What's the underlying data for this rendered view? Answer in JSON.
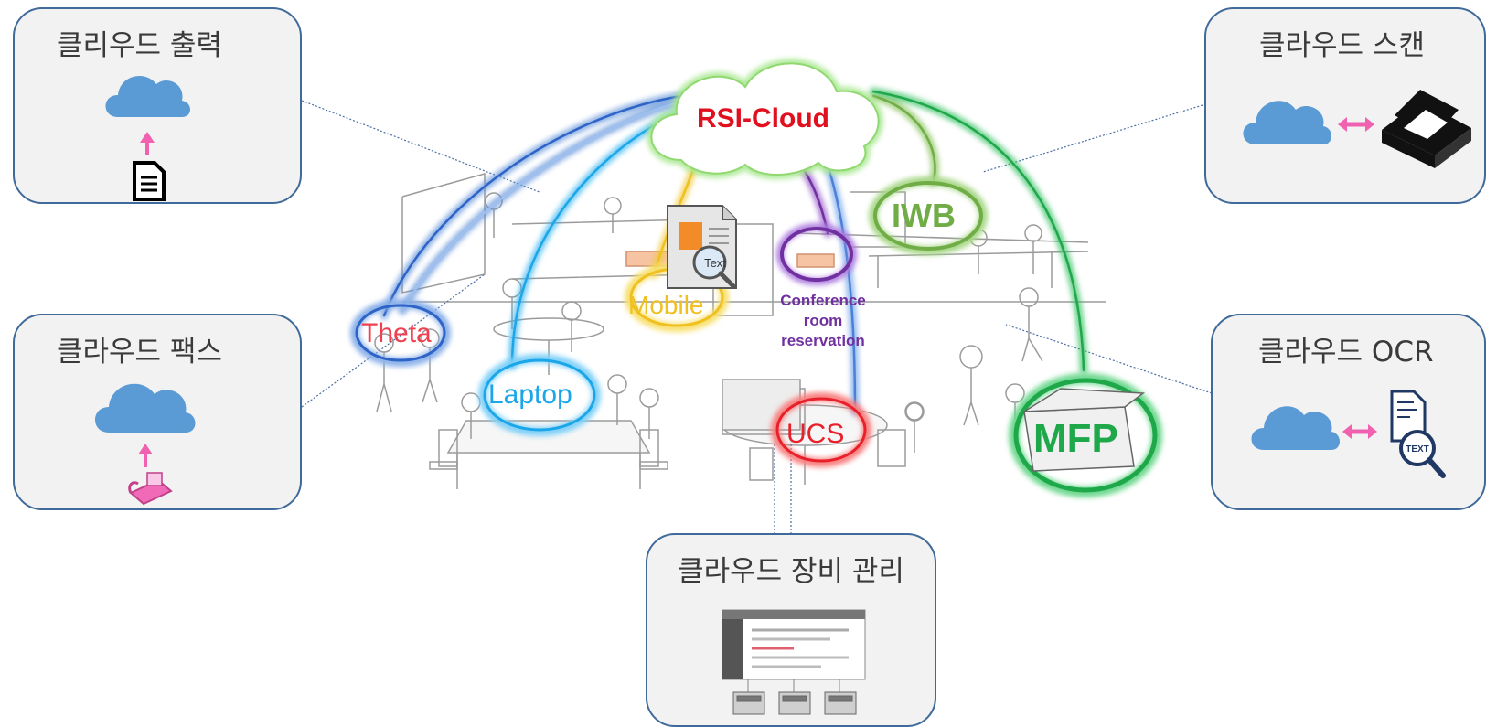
{
  "cloud_hub": {
    "label": "RSI-Cloud",
    "color": "#e0101e"
  },
  "panels": {
    "print": {
      "title": "클리우드 출력",
      "icons": [
        "cloud-icon",
        "up-arrow-icon",
        "document-icon"
      ]
    },
    "fax": {
      "title": "클라우드 팩스",
      "icons": [
        "cloud-icon",
        "up-arrow-icon",
        "fax-icon"
      ]
    },
    "scan": {
      "title": "클라우드 스캔",
      "icons": [
        "cloud-icon",
        "double-arrow-icon",
        "scanner-icon"
      ]
    },
    "ocr": {
      "title": "클라우드 OCR",
      "icons": [
        "cloud-icon",
        "double-arrow-icon",
        "text-search-icon"
      ],
      "icon_text": "TEXT"
    },
    "device": {
      "title": "클라우드 장비 관리",
      "icons": [
        "management-screen-icon",
        "printer-icon"
      ]
    }
  },
  "devices": {
    "theta": {
      "label": "Theta",
      "color": "#f04050",
      "ring": "#2e64c8"
    },
    "laptop": {
      "label": "Laptop",
      "color": "#1aa6e8",
      "ring": "#1aa6e8"
    },
    "mobile": {
      "label": "Mobile",
      "color": "#f0c020",
      "ring": "#f0c020",
      "badge": "Text"
    },
    "conference": {
      "label_lines": [
        "Conference",
        "room",
        "reservation"
      ],
      "color": "#7030a0"
    },
    "iwb": {
      "label": "IWB",
      "color": "#70ad47"
    },
    "ucs": {
      "label": "UCS",
      "color": "#e8202a"
    },
    "mfp": {
      "label": "MFP",
      "color": "#1ea84a"
    }
  },
  "colors": {
    "panel_border": "#3f6a9a",
    "panel_bg": "#f2f2f2",
    "cloud_blue": "#5b9bd5",
    "arrow_pink": "#f062b0"
  }
}
